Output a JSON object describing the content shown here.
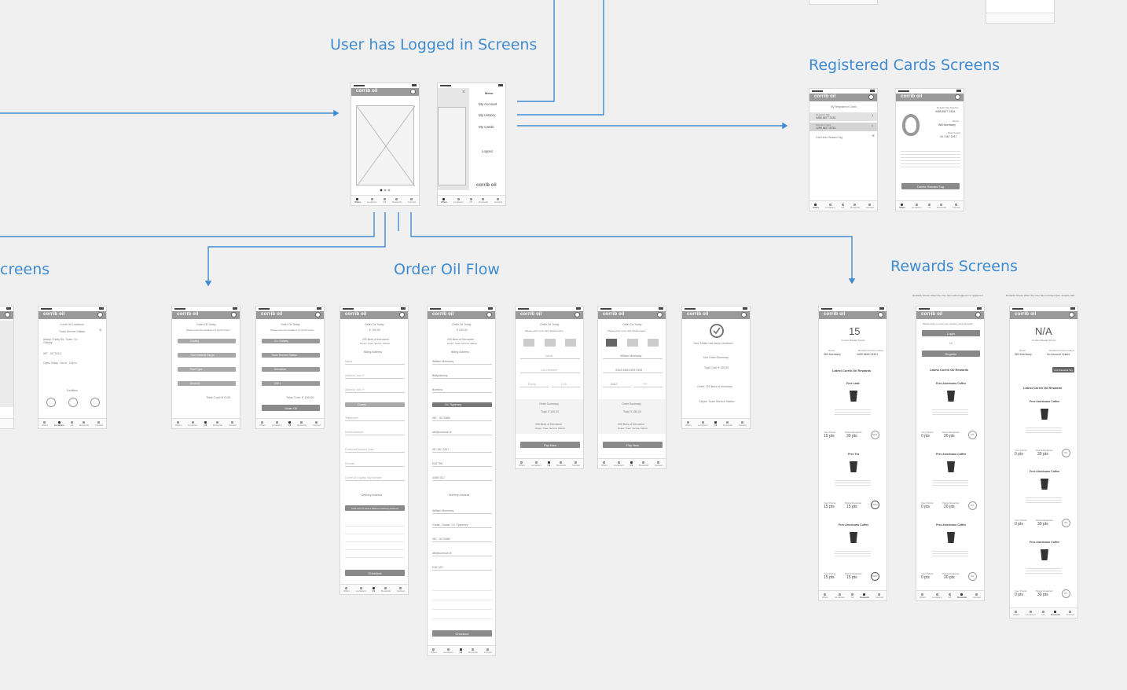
{
  "sections": {
    "logged_in": "User has Logged in Screens",
    "registered_cards": "Registered Cards Screens",
    "order_oil": "Order Oil Flow",
    "rewards": "Rewards Screens",
    "screens_partial": "creens"
  },
  "brand": {
    "logo": "corrib oil"
  },
  "tabs": [
    "Offers",
    "Locations",
    "Oil",
    "Rewards",
    "Contact"
  ],
  "menu": {
    "title": "Menu",
    "items": [
      "My Account",
      "My History",
      "My Cards",
      "Logout"
    ],
    "footer_logo": "corrib oil"
  },
  "cards": {
    "title": "My Registered Cards",
    "items": [
      {
        "label": "Rewards Tag",
        "number": "4455 6677 2134"
      },
      {
        "label": "Discount Card",
        "number": "1299 5677 8734"
      }
    ],
    "add": "Link New Reward Tag",
    "detail": {
      "reward_tag_label": "Reward Tag Number",
      "reward_tag": "4455 6677 2134",
      "name_label": "Name",
      "name": "Will Morrissey",
      "date_label": "Date Issued",
      "date": "10 / 08 / 2017",
      "delete": "Delete Reward Tag"
    }
  },
  "station": {
    "title": "Corrib Oil Locations",
    "name": "Tuam Service Station",
    "address": "Abbey, Trinity Rd, Tuam, Co. Galway",
    "phone": "087 - 9173213",
    "hours": "Open Today - 6a.m - 10p.m",
    "facilities": "Facilities"
  },
  "order": {
    "title": "Order Oil Today",
    "subtitle": "Please enter the details for a Quick Quote",
    "county": "County",
    "nearest": "Your Nearest Depot",
    "fuel": "Fuel Type",
    "amount": "Amount",
    "total_empty": "Total Cost: € 0.00",
    "county_sel": "Co. Galway",
    "depot_sel": "Tuam Service Station",
    "fuel_sel": "Kerosene",
    "amount_sel": "200 L",
    "total_full": "Total Cost: € 150.00",
    "order_btn": "Order Oil",
    "price": "€ 150.00",
    "litres": "200 litres of Kerosene",
    "depot_line": "Depot: Tuam Service Station",
    "billing": "Billing Address",
    "name_ph": "Name",
    "address1": "Address Line 1*",
    "address2": "Address Line 2*",
    "county_ph": "County",
    "tel": "Telephone*",
    "email": "Email Address*",
    "delivery_date": "Preferred Delivery Date",
    "eircode": "Eircode",
    "reward_tag": "Corrib Oil Loyalty Tag Number",
    "delivery": "Delivery Address",
    "different": "Click here to add a different Delivery Address",
    "checkout": "Checkout",
    "name_val": "William Morrissey",
    "addr_val": "Ballyvaloney",
    "addr2_val": "Borrisha",
    "county_val": "Co. Tipperary",
    "tel_val": "087 - 9173486",
    "email_val": "will@corrisoe.ie",
    "date_val": "05 / 08 / 2017",
    "eir_val": "E45 T69",
    "tag_val": "44557312",
    "deliv_addr": "Gurtie, Cashel, Co. Tipperary",
    "deliv_eir": "E45 12D",
    "pay_title": "Please enter your card details below",
    "card_ph": "Card Number",
    "expiry": "Expiry",
    "cvv": "CVV",
    "card_val": "3344 4456 4453 3344",
    "exp_val": "04/17",
    "cvv_val": "***",
    "summary": "Order Summary",
    "total": "Total: € 150.00",
    "pay": "Pay Now",
    "received": "Your Order has been received",
    "received_summary": "Your Order Summary",
    "received_total": "Total Cost: € 150.00",
    "received_litres": "Order: 200 litres of Kerosene",
    "received_depot": "Depot: Tuam Service Station"
  },
  "rewards": {
    "points": "15",
    "points_label": "Current Reward Points",
    "name_label": "Name",
    "name": "Will Morrissey",
    "account_label": "Reward Account Linked",
    "account": "4455 6644 04321",
    "latest": "Latest Corrib Oil Rewards",
    "items": [
      {
        "title": "Free Latte",
        "your": "15 pts",
        "required": "30 pts",
        "pct": "50%"
      },
      {
        "title": "Free Tea",
        "your": "15 pts",
        "required": "15 pts",
        "pct": "100%"
      },
      {
        "title": "Free Americano Coffee",
        "your": "15 pts",
        "required": "15 pts",
        "pct": "100%"
      }
    ],
    "your_label": "Your Points",
    "req_label": "Points Required",
    "guest_caption": "Rewards Screen When the User has neither logged in or registered",
    "guest_prompt": "Please login to view your reward points program",
    "login": "Login",
    "or": "Or",
    "register": "Register",
    "guest_item": "Free Americano Coffee",
    "guest_your": "0 pts",
    "guest_req": "20 pts",
    "guest_pct": "0%",
    "na_caption": "Rewards Screen When the User has not linked their rewards card",
    "na": "N/A",
    "na_label": "Current Reward Points",
    "na_account": "No Account Linked",
    "link_tag": "Link Rewards Tag",
    "na_req": "30 pts"
  },
  "colors": {
    "accent": "#3f8bd1",
    "header": "#9a9a9a"
  }
}
